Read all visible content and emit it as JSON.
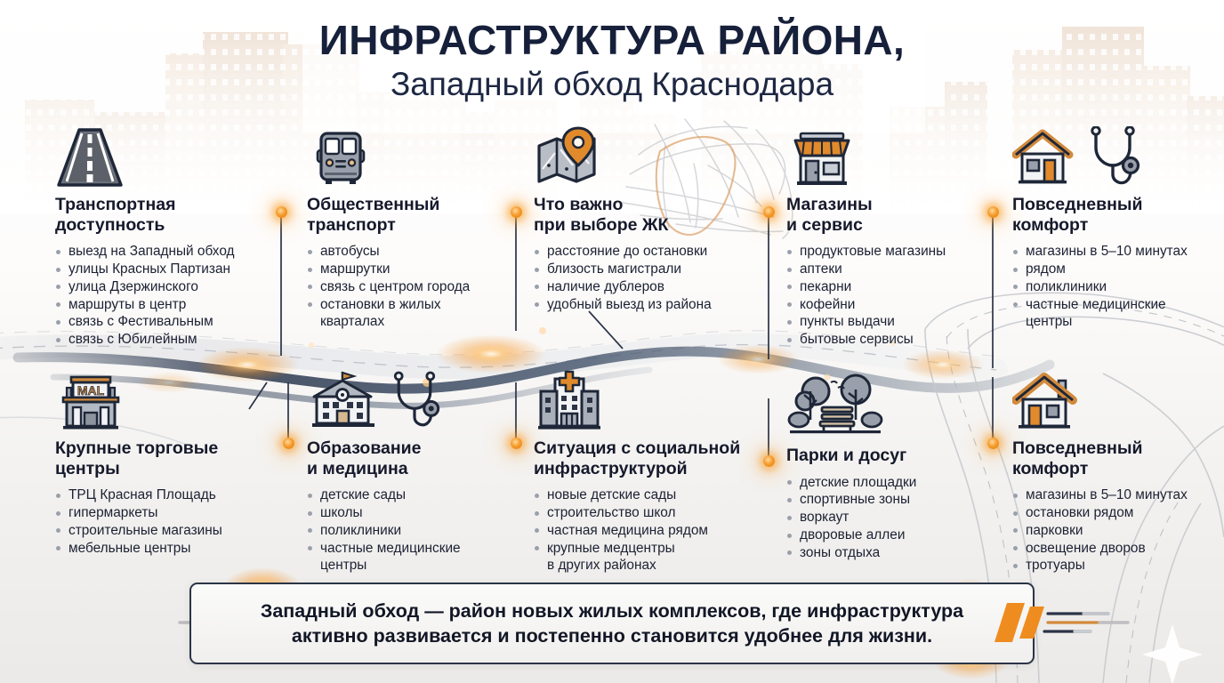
{
  "title": {
    "main": "ИНФРАСТРУКТУРА РАЙОНА,",
    "sub": "Западный обход Краснодара"
  },
  "colors": {
    "accent_orange": "#ef8c20",
    "dark_navy": "#17203a",
    "text": "#1c2133",
    "bullet": "#9aa0ab",
    "road_dark": "#3a4a63",
    "background": "#f4f3f1"
  },
  "blocks": [
    {
      "id": "transport-accessibility",
      "icon": "road-icon",
      "heading": "Транспортная\nдоступность",
      "items": [
        "выезд на Западный обход",
        "улицы Красных Партизан",
        "улица Дзержинского",
        "маршруты в центр",
        "связь с Фестивальным",
        "связь с Юбилейным"
      ]
    },
    {
      "id": "public-transport",
      "icon": "bus-icon",
      "heading": "Общественный\nтранспорт",
      "items": [
        "автобусы",
        "маршрутки",
        "связь с центром города",
        "остановки в жилых\nкварталах"
      ]
    },
    {
      "id": "what-matters",
      "icon": "map-pin-icon",
      "heading": "Что важно\nпри выборе ЖК",
      "items": [
        "расстояние до остановки",
        "близость магистрали",
        "наличие дублеров",
        "удобный выезд из района"
      ]
    },
    {
      "id": "shops-and-service",
      "icon": "shop-icon",
      "heading": "Магазины\nи сервис",
      "items": [
        "продуктовые магазины",
        "аптеки",
        "пекарни",
        "кофейни",
        "пункты выдачи",
        "бытовые сервисы"
      ]
    },
    {
      "id": "daily-comfort-top",
      "icon": "house-stethoscope-icon",
      "heading": "Повседневный\nкомфорт",
      "items": [
        "магазины в 5–10 минутах",
        "рядом",
        "поликлиники",
        "частные медицинские\nцентры"
      ]
    },
    {
      "id": "large-malls",
      "icon": "mall-icon",
      "heading": "Крупные торговые\nцентры",
      "items": [
        "ТРЦ Красная Площадь",
        "гипермаркеты",
        "строительные магазины",
        "мебельные центры"
      ]
    },
    {
      "id": "education-medicine",
      "icon": "school-stethoscope-icon",
      "heading": "Образование\nи медицина",
      "items": [
        "детские сады",
        "школы",
        "поликлиники",
        "частные медицинские\nцентры"
      ]
    },
    {
      "id": "social-infrastructure",
      "icon": "hospital-icon",
      "heading": "Ситуация с социальной\nинфраструктурой",
      "items": [
        "новые детские сады",
        "строительство школ",
        "частная медицина рядом",
        "крупные медцентры\nв других районах"
      ]
    },
    {
      "id": "parks-leisure",
      "icon": "park-bench-icon",
      "heading": "Парки и досуг",
      "items": [
        "детские площадки",
        "спортивные зоны",
        "воркаут",
        "дворовые аллеи",
        "зоны отдыха"
      ]
    },
    {
      "id": "daily-comfort-bottom",
      "icon": "house-icon",
      "heading": "Повседневный\nкомфорт",
      "items": [
        "магазины в 5–10 минутах",
        "остановки рядом",
        "парковки",
        "освещение дворов",
        "тротуары"
      ]
    }
  ],
  "banner": {
    "text": "Западный обход — район новых жилых комплексов, где инфраструктура\nактивно развивается и постепенно становится удобнее для жизни."
  }
}
